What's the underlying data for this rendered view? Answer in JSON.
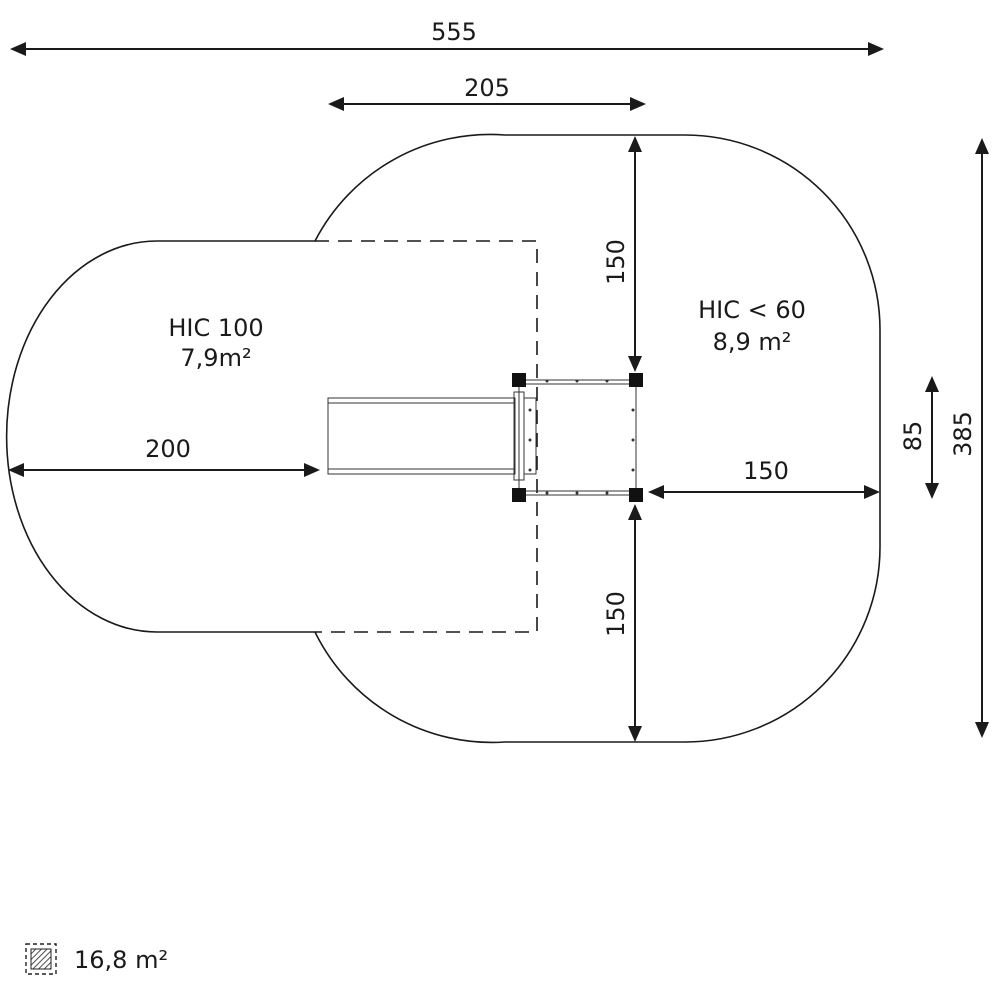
{
  "dimensions": {
    "overall_width": "555",
    "tower_zone_width": "205",
    "upper_height": "150",
    "lower_height": "150",
    "slide_extension": "200",
    "right_extension": "150",
    "tower_depth": "85",
    "overall_height": "385"
  },
  "zones": {
    "slide_zone": {
      "hic": "HIC 100",
      "area": "7,9m²"
    },
    "tower_zone": {
      "hic": "HIC < 60",
      "area": "8,9 m²"
    }
  },
  "legend": {
    "total_area": "16,8 m²",
    "icon": "hatched-area-icon"
  }
}
